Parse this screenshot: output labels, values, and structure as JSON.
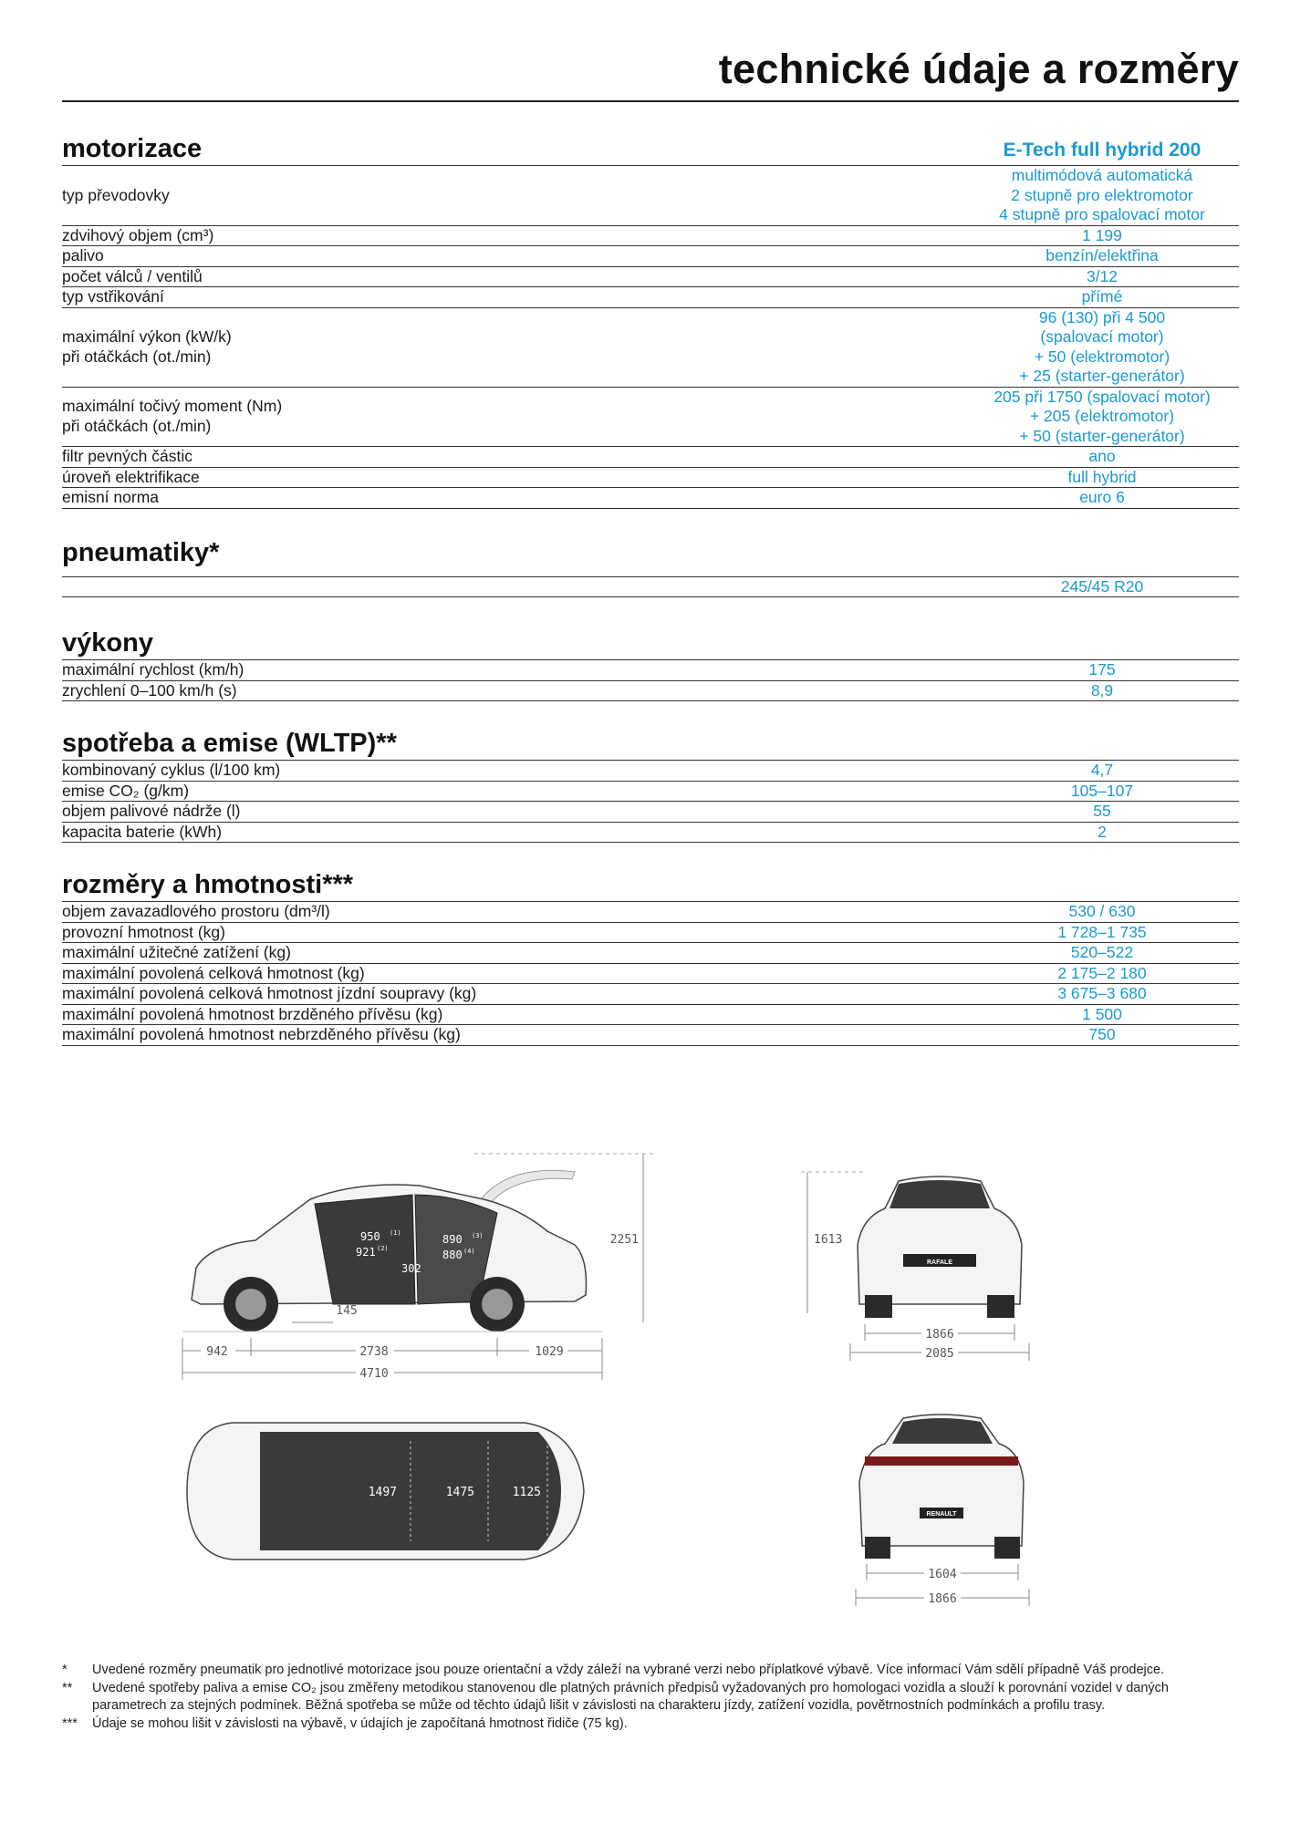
{
  "title": "technické údaje a rozměry",
  "sections": [
    {
      "heading": "motorizace",
      "engine": "E-Tech full hybrid 200",
      "rows": [
        {
          "label": "typ převodovky",
          "value": "multimódová automatická\n2 stupně pro elektromotor\n4 stupně pro spalovací motor"
        },
        {
          "label": "zdvihový objem (cm³)",
          "value": "1 199"
        },
        {
          "label": "palivo",
          "value": "benzín/elektřina"
        },
        {
          "label": "počet válců / ventilů",
          "value": "3/12"
        },
        {
          "label": "typ vstřikování",
          "value": "přímé"
        },
        {
          "label": "maximální výkon (kW/k)\npři otáčkách (ot./min)",
          "value": "96 (130) při 4 500\n(spalovací motor)\n+ 50 (elektromotor)\n+ 25 (starter-generátor)"
        },
        {
          "label": "maximální točivý moment (Nm)\npři otáčkách (ot./min)",
          "value": "205 při 1750 (spalovací motor)\n+ 205 (elektromotor)\n+ 50 (starter-generátor)"
        },
        {
          "label": "filtr pevných částic",
          "value": "ano"
        },
        {
          "label": "úroveň elektrifikace",
          "value": "full hybrid"
        },
        {
          "label": "emisní norma",
          "value": "euro 6"
        }
      ]
    },
    {
      "heading": "pneumatiky*",
      "rows": [
        {
          "label": "",
          "value": "245/45 R20"
        }
      ]
    },
    {
      "heading": "výkony",
      "rows": [
        {
          "label": "maximální rychlost (km/h)",
          "value": "175"
        },
        {
          "label": "zrychlení 0–100 km/h (s)",
          "value": "8,9"
        }
      ]
    },
    {
      "heading": "spotřeba a emise (WLTP)**",
      "rows": [
        {
          "label": "kombinovaný cyklus (l/100 km)",
          "value": "4,7"
        },
        {
          "label": "emise CO₂ (g/km)",
          "value": "105–107"
        },
        {
          "label": "objem palivové nádrže (l)",
          "value": "55"
        },
        {
          "label": "kapacita baterie (kWh)",
          "value": "2"
        }
      ]
    },
    {
      "heading": "rozměry a hmotnosti***",
      "rows": [
        {
          "label": "objem zavazadlového prostoru (dm³/l)",
          "value": "530 / 630"
        },
        {
          "label": "provozní hmotnost (kg)",
          "value": "1 728–1 735"
        },
        {
          "label": "maximální užitečné zatížení (kg)",
          "value": "520–522"
        },
        {
          "label": "maximální povolená celková hmotnost (kg)",
          "value": "2 175–2 180"
        },
        {
          "label": "maximální povolená celková hmotnost jízdní soupravy (kg)",
          "value": "3 675–3 680"
        },
        {
          "label": "maximální povolená hmotnost brzděného přívěsu (kg)",
          "value": "1 500"
        },
        {
          "label": "maximální povolená hmotnost nebrzděného přívěsu (kg)",
          "value": "750"
        }
      ]
    }
  ],
  "dimensions": {
    "side": {
      "height": "2251",
      "ground": "145",
      "front": "942",
      "wheelbase": "2738",
      "rear": "1029",
      "length": "4710",
      "hr1": "950",
      "hr1_sup": "(1)",
      "hr2": "921",
      "hr2_sup": "(2)",
      "hr3": "890",
      "hr3_sup": "(3)",
      "hr4": "880",
      "hr4_sup": "(4)",
      "legroom": "302"
    },
    "front": {
      "height": "1613",
      "track": "1866",
      "width": "2085",
      "badge": "RAFALE"
    },
    "top": {
      "w1": "1497",
      "w2": "1475",
      "w3": "1125"
    },
    "rear": {
      "track": "1604",
      "width": "1866",
      "badge": "RENAULT"
    }
  },
  "footnotes": [
    {
      "mark": "*",
      "text": "Uvedené rozměry pneumatik pro jednotlivé motorizace jsou pouze orientační a vždy záleží na vybrané verzi nebo příplatkové výbavě. Více informací Vám sdělí případně Váš prodejce."
    },
    {
      "mark": "**",
      "text": "Uvedené spotřeby paliva a emise CO₂ jsou změřeny metodikou stanovenou dle platných právních předpisů vyžadovaných pro homologaci vozidla a slouží k porovnání vozidel v daných parametrech za stejných podmínek. Běžná spotřeba se může od těchto údajů lišit v závislosti na charakteru jízdy, zatížení vozidla, povětrnostních podmínkách a profilu trasy."
    },
    {
      "mark": "***",
      "text": "Údaje se mohou lišit v závislosti na výbavě, v údajích je započítaná hmotnost řidiče (75 kg)."
    }
  ],
  "colors": {
    "accent": "#1a9ad1",
    "text": "#1a1a1a",
    "rule": "#333333"
  }
}
